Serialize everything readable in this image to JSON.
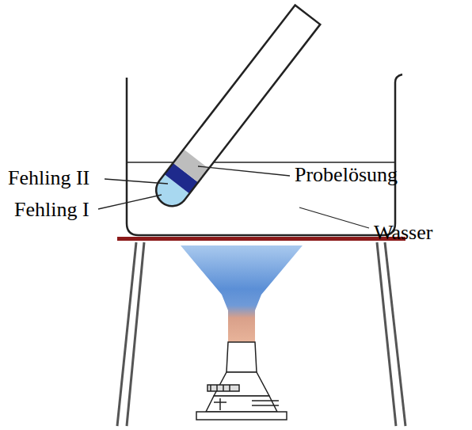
{
  "diagram": {
    "labels": [
      "Fehling II",
      "Fehling I",
      "Probelösung",
      "Wasser"
    ]
  }
}
